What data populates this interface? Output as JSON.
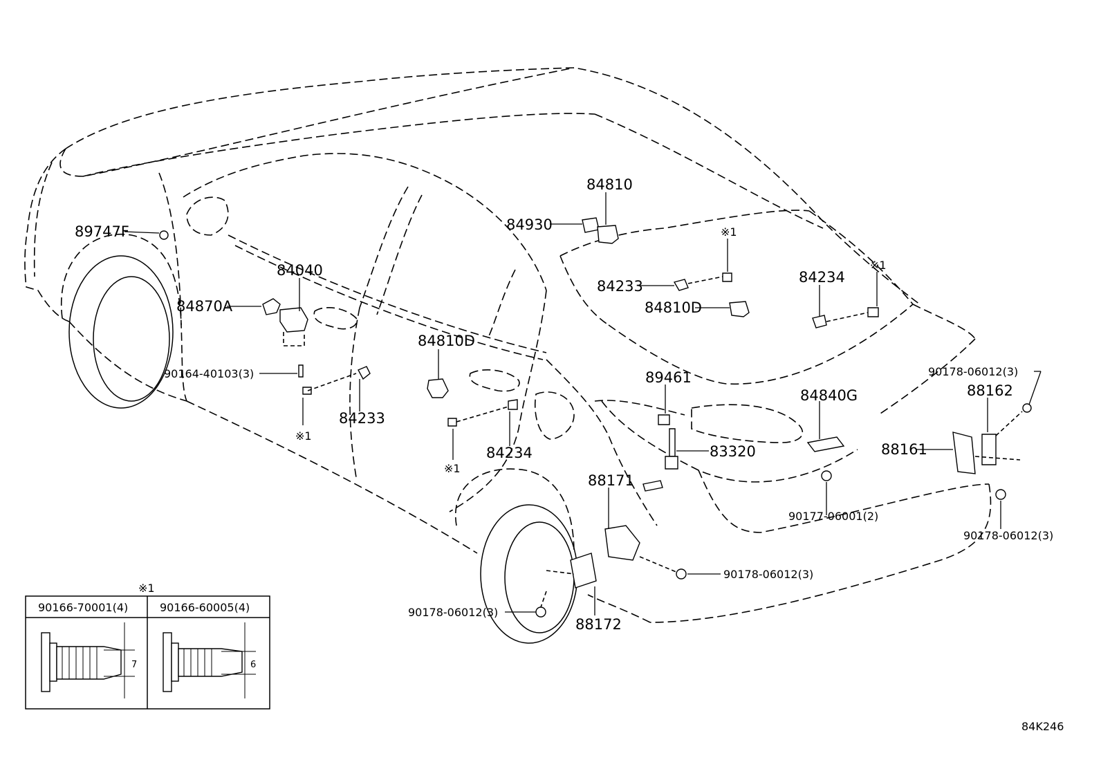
{
  "labels": {
    "p89747F": "89747F",
    "p84040": "84040",
    "p84870A": "84870A",
    "p90164": "90164-40103(3)",
    "p84233a": "84233",
    "p84233b": "84233",
    "ref1a": "※1",
    "ref1b": "※1",
    "ref1c": "※1",
    "ref1d": "※1",
    "ref1e": "※1",
    "p84810D_a": "84810D",
    "p84810D_b": "84810D",
    "p84234a": "84234",
    "p84234b": "84234",
    "p84810": "84810",
    "p84930": "84930",
    "p89461": "89461",
    "p84840G": "84840G",
    "p83320": "83320",
    "p88171": "88171",
    "p88172": "88172",
    "p88162": "88162",
    "p88161": "88161",
    "p90178a": "90178-06012(3)",
    "p90178b": "90178-06012(3)",
    "p90178c": "90178-06012(3)",
    "p90178d": "90178-06012(3)",
    "p90177": "90177-06001(2)",
    "code": "84K246"
  },
  "inset": {
    "ref": "※1",
    "col1_title": "90166-70001(4)",
    "col2_title": "90166-60005(4)",
    "col1_dim": "7",
    "col2_dim": "6"
  }
}
